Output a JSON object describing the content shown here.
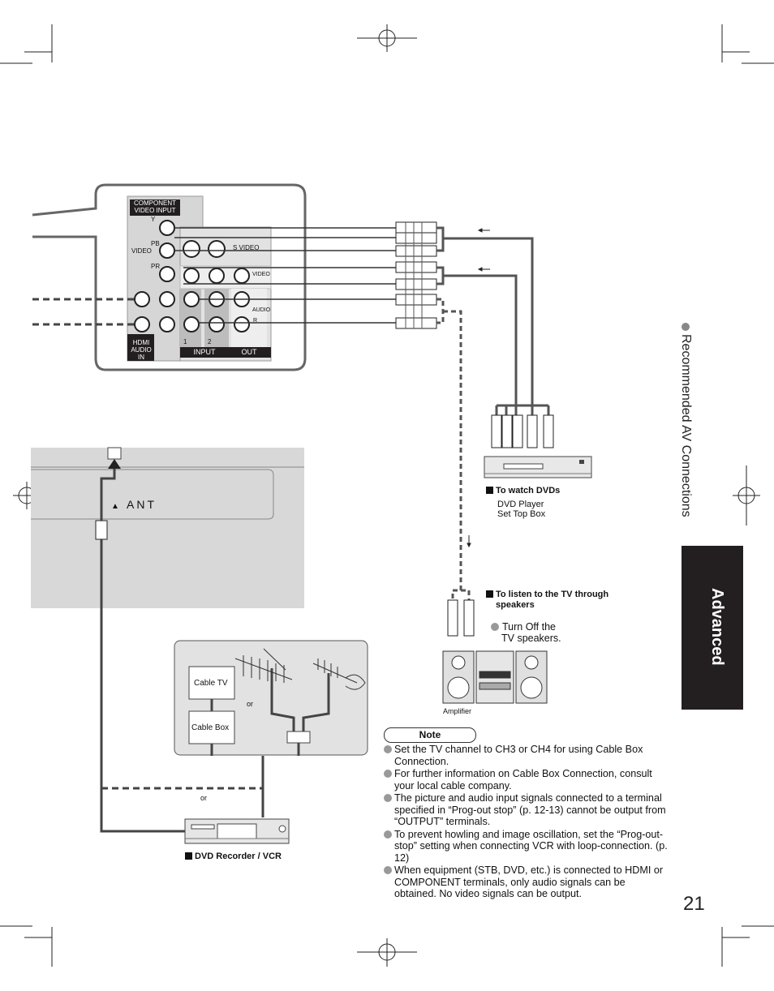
{
  "page": {
    "number": "21",
    "side_title": "Recommended AV Connections",
    "side_tab": "Advanced"
  },
  "tv_panel": {
    "component_header": "COMPONENT\nVIDEO INPUT",
    "y": "Y",
    "pb": "PB",
    "pr": "PR",
    "video": "VIDEO",
    "s_video": "S VIDEO",
    "video_small": "VIDEO",
    "audio": "AUDIO",
    "r": "R",
    "num1": "1",
    "num2": "2",
    "hdmi_audio_in": "HDMI\nAUDIO\nIN",
    "input": "INPUT",
    "out": "OUT"
  },
  "antenna_panel": {
    "ant": "ANT"
  },
  "dvd_section": {
    "title": "To watch DVDs",
    "line1": "DVD Player",
    "line2": "Set Top Box"
  },
  "speaker_section": {
    "title_line1": "To listen to the TV through",
    "title_line2": "speakers",
    "bullet_line1": "Turn Off the",
    "bullet_line2": "TV speakers.",
    "amplifier": "Amplifier"
  },
  "antenna_box": {
    "cable_tv": "Cable TV",
    "cable_box": "Cable Box",
    "or_inner": "or",
    "or_outer": "or"
  },
  "recorder": {
    "label": "DVD Recorder / VCR"
  },
  "note": {
    "heading": "Note",
    "items": [
      "Set the TV channel to CH3 or CH4 for using Cable Box Connection.",
      "For further information on Cable Box Connection, consult your local cable company.",
      "The picture and audio input signals connected to a terminal specified in “Prog-out stop” (p. 12-13) cannot be output from “OUTPUT” terminals.",
      "To prevent howling and image oscillation, set the “Prog-out-stop” setting when connecting VCR with loop-connection. (p. 12)",
      "When equipment (STB, DVD, etc.) is connected to HDMI or COMPONENT terminals, only audio signals can be obtained. No video signals can be output."
    ]
  },
  "icons": [
    "crop-marks",
    "registration-mark",
    "rca-plug-icon",
    "antenna-icon",
    "speaker-icon",
    "dvd-player-icon",
    "vcr-icon"
  ],
  "colors": {
    "side_tab": "#231f20",
    "panel_gray": "#d8d8d8",
    "cable": "#555555"
  }
}
